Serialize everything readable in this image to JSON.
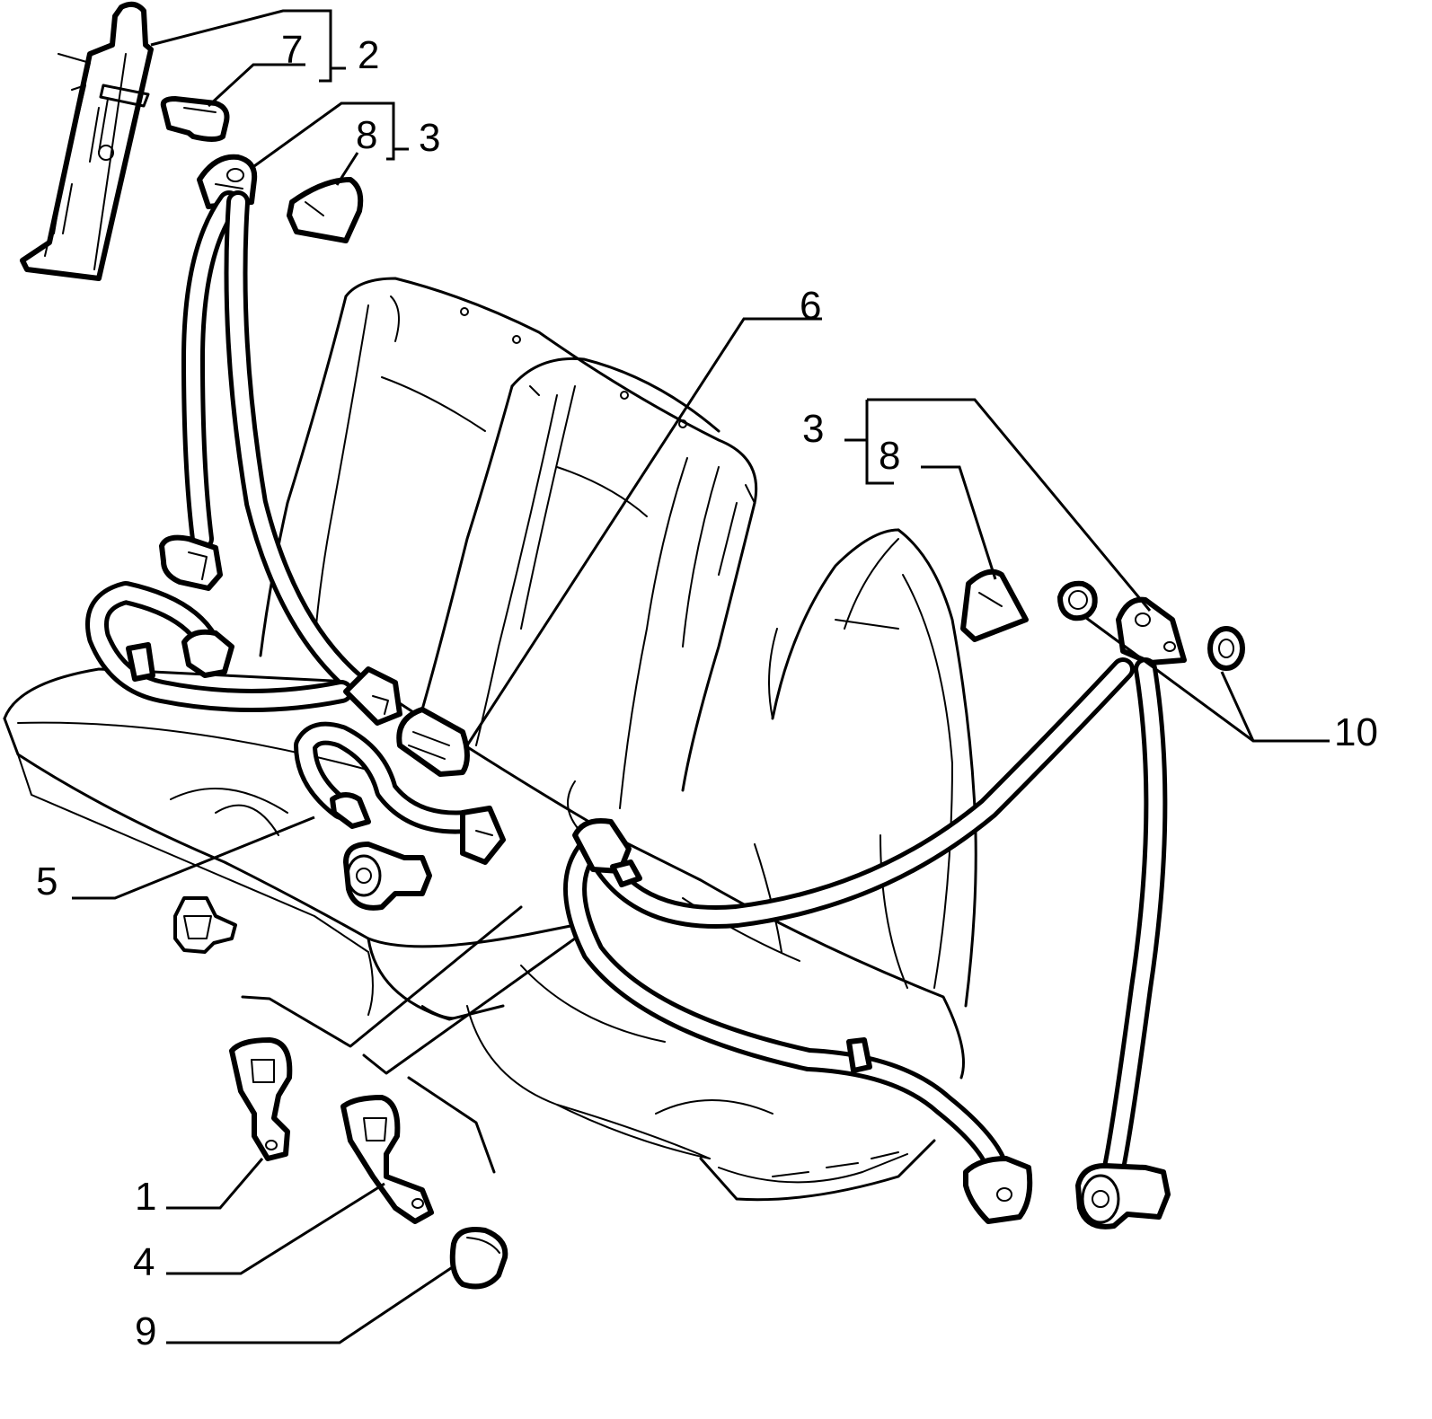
{
  "callouts": {
    "c1": "1",
    "c2": "2",
    "c3_top": "3",
    "c3_right": "3",
    "c4": "4",
    "c5": "5",
    "c6": "6",
    "c7": "7",
    "c8_top": "8",
    "c8_right": "8",
    "c9": "9",
    "c10": "10"
  }
}
